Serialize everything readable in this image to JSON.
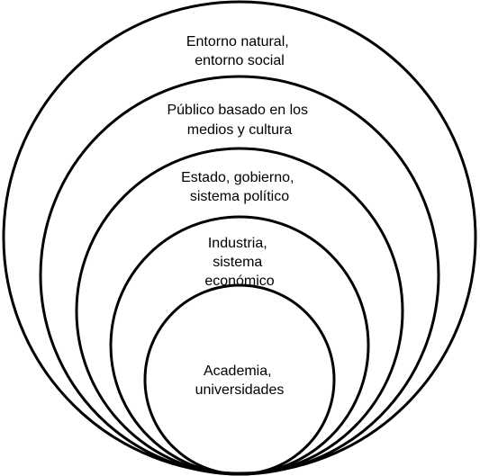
{
  "diagram": {
    "stroke_color": "#000000",
    "background_color": "#ffffff",
    "layers": [
      {
        "lines": [
          "Entorno natural,",
          "entorno social"
        ]
      },
      {
        "lines": [
          "Público basado en los",
          "medios y cultura"
        ]
      },
      {
        "lines": [
          "Estado, gobierno,",
          "sistema político"
        ]
      },
      {
        "lines": [
          "Industria,",
          "sistema",
          "económico"
        ]
      },
      {
        "lines": [
          "Academia,",
          "universidades"
        ]
      }
    ]
  }
}
